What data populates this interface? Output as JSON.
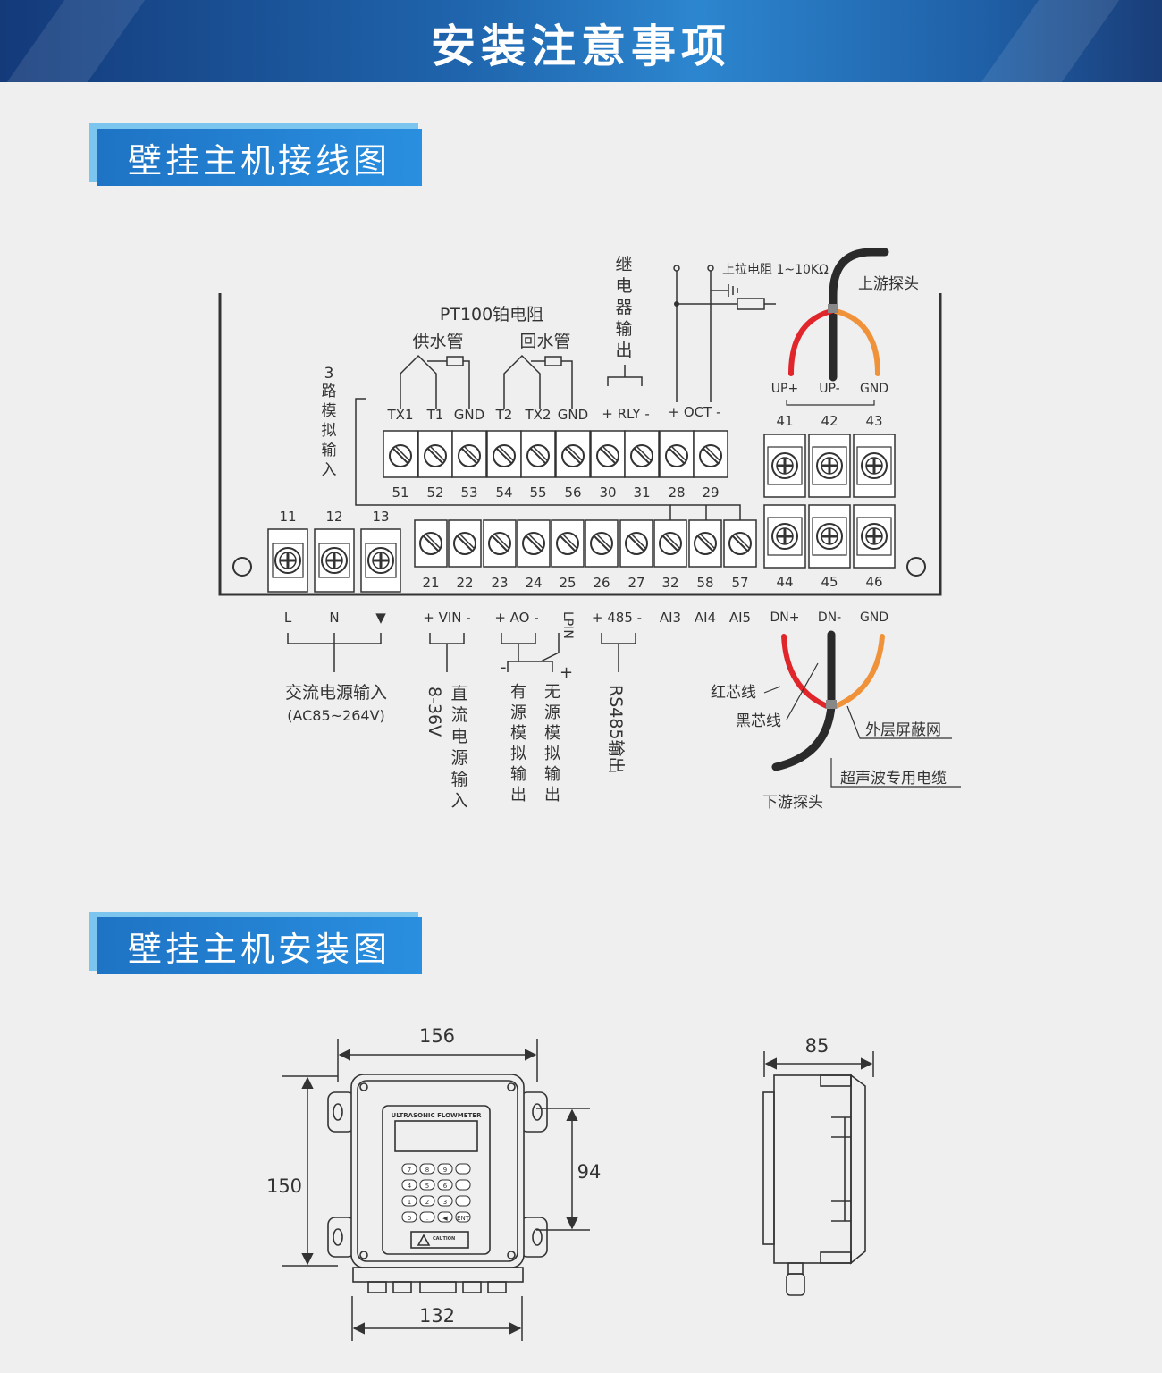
{
  "banner_title": "安装注意事项",
  "sections": {
    "wiring": "壁挂主机接线图",
    "install": "壁挂主机安装图"
  },
  "wiring": {
    "pt100": "PT100铂电阻",
    "supply_pipe": "供水管",
    "return_pipe": "回水管",
    "analog_in_3": "3路模拟输入",
    "relay_out": "继电器输出",
    "pullup": "上拉电阻 1~10KΩ",
    "upstream_probe": "上游探头",
    "downstream_probe": "下游探头",
    "top_terms": [
      {
        "label": "TX1",
        "num": "51"
      },
      {
        "label": "T1",
        "num": "52"
      },
      {
        "label": "GND",
        "num": "53"
      },
      {
        "label": "T2",
        "num": "54"
      },
      {
        "label": "TX2",
        "num": "55"
      },
      {
        "label": "GND",
        "num": "56"
      },
      {
        "label": "",
        "num": "30"
      },
      {
        "label": "",
        "num": "31"
      },
      {
        "label": "",
        "num": "28"
      },
      {
        "label": "",
        "num": "29"
      }
    ],
    "rly_label": "+ RLY -",
    "oct_label": "+ OCT -",
    "power_terms": [
      {
        "num": "11",
        "label": "L"
      },
      {
        "num": "12",
        "label": "N"
      },
      {
        "num": "13",
        "label": "▼"
      }
    ],
    "bottom_nums": [
      "21",
      "22",
      "23",
      "24",
      "25",
      "26",
      "27",
      "32",
      "58",
      "57"
    ],
    "vin_label": "+ VIN -",
    "ao_label": "+ AO -",
    "lpin_label": "LPIN",
    "rs485_label": "+ 485 -",
    "ai_labels": [
      "AI3",
      "AI4",
      "AI5"
    ],
    "probe_top": [
      {
        "num": "41",
        "label": "UP+"
      },
      {
        "num": "42",
        "label": "UP-"
      },
      {
        "num": "43",
        "label": "GND"
      }
    ],
    "probe_bottom": [
      {
        "num": "44",
        "label": "DN+"
      },
      {
        "num": "45",
        "label": "DN-"
      },
      {
        "num": "46",
        "label": "GND"
      }
    ],
    "ac_input": "交流电源输入",
    "ac_range": "(AC85~264V)",
    "dc_range": "8-36V",
    "dc_input": "直流电源输入",
    "active_ao": "有源模拟输出",
    "passive_ao": "无源模拟输出",
    "rs485_out": "RS485输出",
    "red_wire": "红芯线",
    "black_wire": "黑芯线",
    "shield": "外层屏蔽网",
    "cable": "超声波专用电缆",
    "minus": "-",
    "plus": "+"
  },
  "install": {
    "width": "156",
    "height": "150",
    "mount_spacing": "94",
    "bottom_width": "132",
    "depth": "85",
    "panel_title": "ULTRASONIC FLOWMETER",
    "caution": "CAUTION",
    "keys": [
      "7",
      "8",
      "9",
      "",
      "4",
      "5",
      "6",
      "",
      "1",
      "2",
      "3",
      "",
      "0",
      ".",
      "◀",
      "ENT"
    ]
  },
  "colors": {
    "banner": "#1f65ad",
    "accent": "#2a8fe0",
    "red_wire": "#e0252b",
    "black_wire": "#2a2a2a",
    "orange_wire": "#f0923a"
  }
}
